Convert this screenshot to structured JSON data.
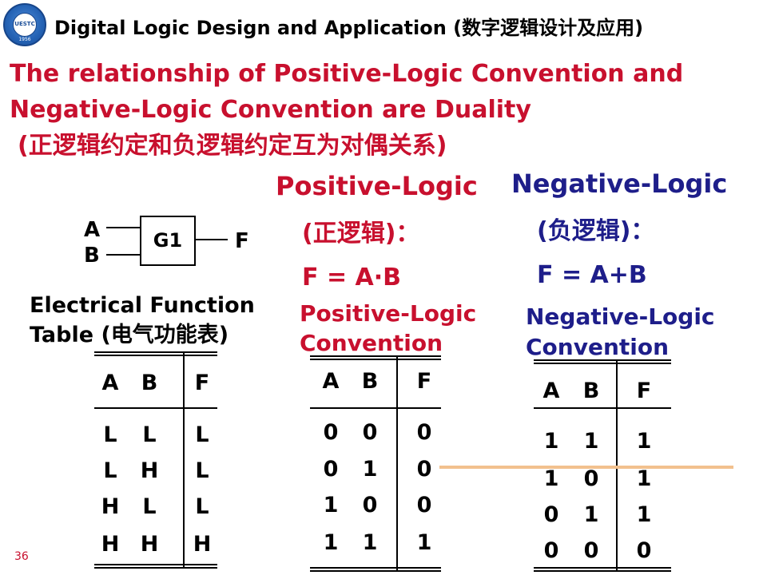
{
  "logo": {
    "center_text": "UESTC",
    "year": "1956"
  },
  "header": {
    "title": "Digital Logic Design and Application (数字逻辑设计及应用)"
  },
  "heading": {
    "line1": "The relationship of Positive-Logic Convention and",
    "line2": "Negative-Logic Convention are Duality",
    "line3": "(正逻辑约定和负逻辑约定互为对偶关系)"
  },
  "gate": {
    "name": "G1",
    "inputs": [
      "A",
      "B"
    ],
    "output": "F"
  },
  "electrical_table": {
    "caption": [
      "Electrical Function",
      "Table (电气功能表)"
    ],
    "headers": [
      "A",
      "B",
      "F"
    ],
    "rows": [
      [
        "L",
        "L",
        "L"
      ],
      [
        "L",
        "H",
        "L"
      ],
      [
        "H",
        "L",
        "L"
      ],
      [
        "H",
        "H",
        "H"
      ]
    ]
  },
  "positive": {
    "title": "Positive-Logic",
    "subtitle": "(正逻辑)：",
    "expression": "F = A·B",
    "convention": [
      "Positive-Logic",
      "Convention"
    ],
    "table": {
      "headers": [
        "A",
        "B",
        "F"
      ],
      "rows": [
        [
          "0",
          "0",
          "0"
        ],
        [
          "0",
          "1",
          "0"
        ],
        [
          "1",
          "0",
          "0"
        ],
        [
          "1",
          "1",
          "1"
        ]
      ]
    }
  },
  "negative": {
    "title": "Negative-Logic",
    "subtitle": "(负逻辑)：",
    "expression": "F = A+B",
    "convention": [
      "Negative-Logic",
      "Convention"
    ],
    "table": {
      "headers": [
        "A",
        "B",
        "F"
      ],
      "rows": [
        [
          "1",
          "1",
          "1"
        ],
        [
          "1",
          "0",
          "1"
        ],
        [
          "0",
          "1",
          "1"
        ],
        [
          "0",
          "0",
          "0"
        ]
      ]
    }
  },
  "colors": {
    "red": "#c8102e",
    "navy": "#1e1e8a",
    "highlight": "#f2c18e"
  },
  "page_number": "36"
}
